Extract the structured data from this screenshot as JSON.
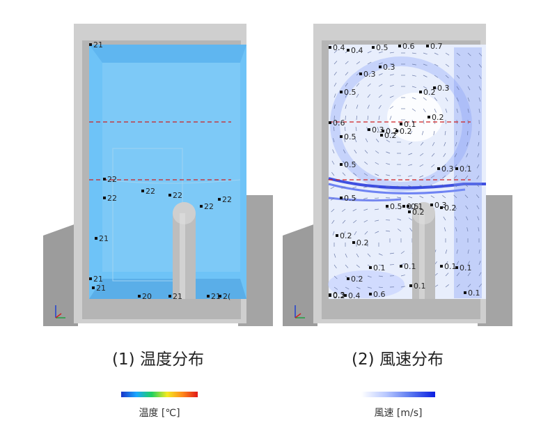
{
  "captions": {
    "temperature": "(1) 温度分布",
    "wind": "(2) 風速分布"
  },
  "legends": {
    "temperature": {
      "label": "温度 [℃]",
      "colors": [
        "#1a35c8",
        "#1aa7ff",
        "#20d060",
        "#f4ea20",
        "#ff8a1a",
        "#e01818"
      ]
    },
    "wind": {
      "label": "風速 [m/s]",
      "colors": [
        "#ffffff",
        "#b9c8ff",
        "#5a78f0",
        "#0a1ee0"
      ]
    }
  },
  "colors": {
    "temperature_fill": "#6ec3f7",
    "wind_fill": "#e8eefc",
    "wall": "#c8c8c8",
    "dashed_line": "#d02020"
  },
  "temperature_points": [
    "21",
    "22",
    "22",
    "22",
    "22",
    "22",
    "22",
    "21",
    "21",
    "21",
    "20",
    "21",
    "21",
    "2("
  ],
  "wind_points": [
    "0.4",
    "0.4",
    "0.5",
    "0.6",
    "0.7",
    "0.3",
    "0.3",
    "0.5",
    "0.2",
    "0.3",
    "0.2",
    "0.6",
    "0.3",
    "0.2",
    "0.1",
    "0.5",
    "0.2",
    "0.2",
    "0.5",
    "0.3",
    "0.1",
    "0.5",
    "0.5",
    "0.5",
    "0.1",
    "0.2",
    "0.3",
    "0.2",
    "0.2",
    "0.2",
    "0.1",
    "0.1",
    "0.1",
    "0.2",
    "0.2",
    "0.1",
    "0.3",
    "0.4",
    "0.6",
    "0.1",
    "0.1"
  ],
  "axis_icon": "axis-triad-icon"
}
